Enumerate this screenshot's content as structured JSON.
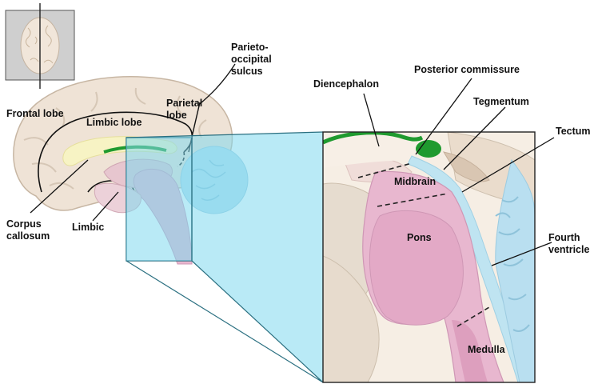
{
  "labels": {
    "frontal_lobe": "Frontal lobe",
    "limbic_lobe": "Limbic lobe",
    "parietal_lobe_line1": "Parietal",
    "parietal_lobe_line2": "lobe",
    "parieto_occipital_line1": "Parieto-",
    "parieto_occipital_line2": "occipital",
    "parieto_occipital_line3": "sulcus",
    "corpus_callosum_line1": "Corpus",
    "corpus_callosum_line2": "callosum",
    "limbic": "Limbic",
    "diencephalon": "Diencephalon",
    "posterior_commissure": "Posterior commissure",
    "tegmentum": "Tegmentum",
    "tectum": "Tectum",
    "midbrain": "Midbrain",
    "pons": "Pons",
    "fourth_ventricle_line1": "Fourth",
    "fourth_ventricle_line2": "ventricle",
    "medulla": "Medulla"
  },
  "colors": {
    "cortex": "#efe3d6",
    "cortex_outline": "#c7b6a3",
    "brainstem": "#e8b7cf",
    "brainstem_dark": "#d99ec0",
    "thalamus_pink": "#e7c6cf",
    "corpus_callosum": "#f7f3c4",
    "commissure_green": "#1f9a2f",
    "ventricle_blue": "#a9dcec",
    "cerebellum_blue": "#b9dff0",
    "zoom_cyan": "#7fd9ee",
    "label_text": "#111111"
  }
}
